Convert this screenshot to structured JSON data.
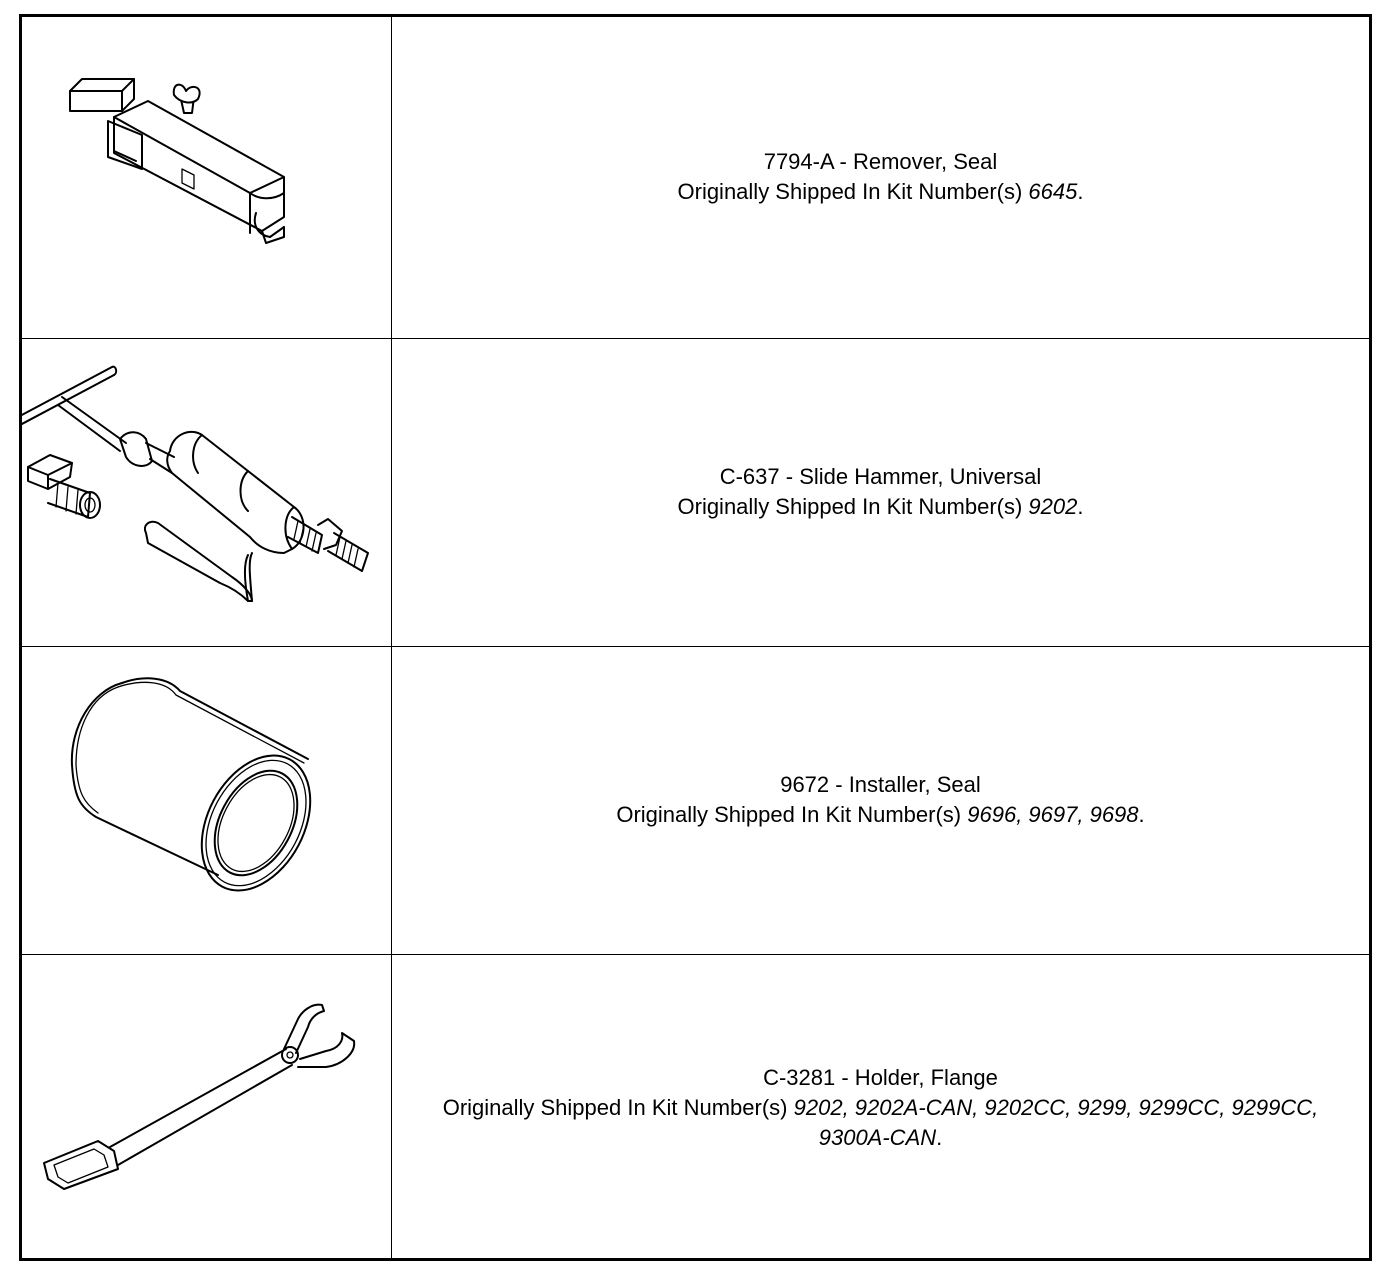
{
  "tools": [
    {
      "icon": "seal-remover-icon",
      "title": "7794-A - Remover, Seal",
      "kit_prefix": "Originally Shipped In Kit Number(s) ",
      "kits": "6645",
      "kit_suffix": "."
    },
    {
      "icon": "slide-hammer-icon",
      "title": "C-637 - Slide Hammer, Universal",
      "kit_prefix": "Originally Shipped In Kit Number(s) ",
      "kits": "9202",
      "kit_suffix": "."
    },
    {
      "icon": "seal-installer-icon",
      "title": "9672 - Installer, Seal",
      "kit_prefix": "Originally Shipped In Kit Number(s) ",
      "kits": "9696, 9697, 9698",
      "kit_suffix": "."
    },
    {
      "icon": "flange-holder-icon",
      "title": "C-3281 - Holder, Flange",
      "kit_prefix": "Originally Shipped In Kit Number(s) ",
      "kits": "9202, 9202A-CAN, 9202CC, 9299, 9299CC, 9299CC, 9300A-CAN",
      "kit_suffix": "."
    }
  ]
}
